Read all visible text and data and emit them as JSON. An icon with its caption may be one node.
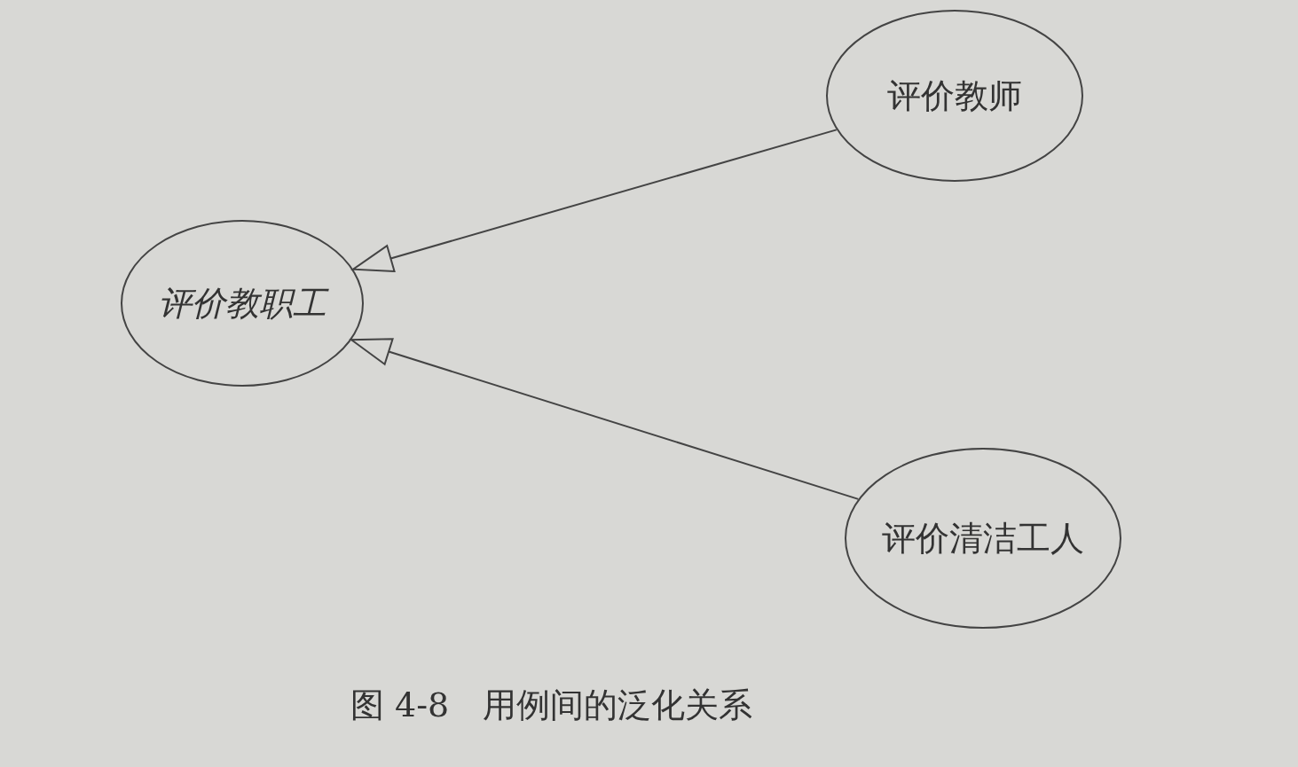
{
  "diagram": {
    "caption": "图 4-8　用例间的泛化关系",
    "nodes": [
      {
        "text": [
          "评价教职工"
        ]
      },
      {
        "text": [
          "评价教师"
        ]
      },
      {
        "text": [
          "评价清洁工人"
        ]
      }
    ],
    "edges": [
      {
        "from": 1,
        "to": 0,
        "arrow": "to"
      },
      {
        "from": 2,
        "to": 0,
        "arrow": "to"
      }
    ]
  }
}
